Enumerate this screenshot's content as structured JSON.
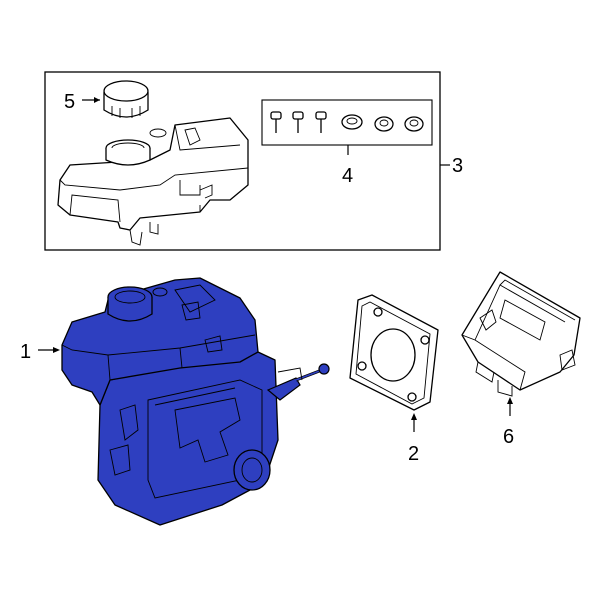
{
  "callouts": {
    "c1": "1",
    "c2": "2",
    "c3": "3",
    "c4": "4",
    "c5": "5",
    "c6": "6"
  },
  "colors": {
    "highlight_part": "#2e3fc0",
    "highlight_dark": "#1a248a",
    "line": "#000000",
    "background": "#ffffff"
  },
  "highlighted_part_callout": "1"
}
